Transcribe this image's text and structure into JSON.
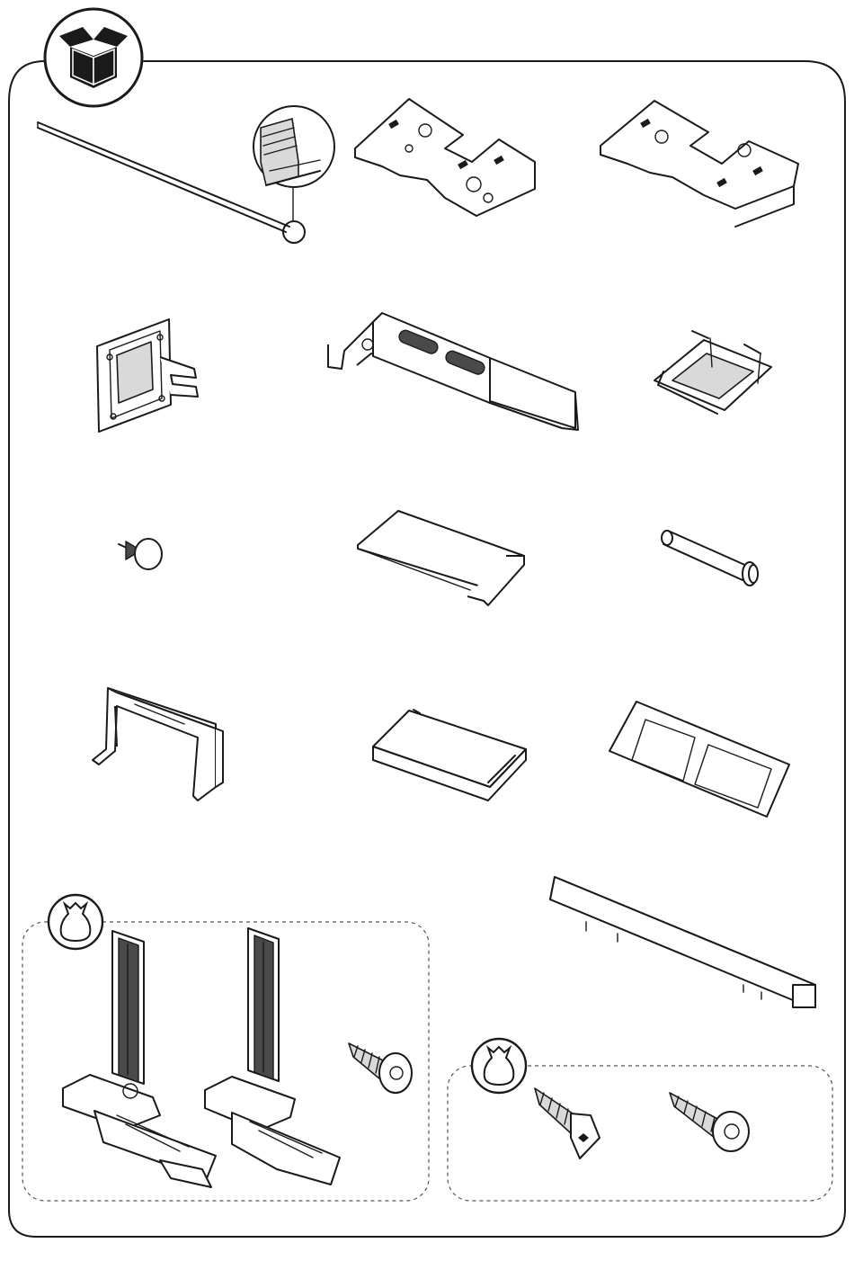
{
  "diagram": {
    "panel_icon": "package-box-icon",
    "bag_icon": "parts-bag-icon",
    "parts": [
      {
        "id": "trim-strip",
        "icon": "trim-strip-icon"
      },
      {
        "id": "hinge-plate-a",
        "icon": "hinge-plate-icon"
      },
      {
        "id": "hinge-plate-b",
        "icon": "hinge-plate-icon"
      },
      {
        "id": "square-bracket",
        "icon": "square-bracket-icon"
      },
      {
        "id": "slotted-rail",
        "icon": "slotted-rail-icon"
      },
      {
        "id": "clip-frame",
        "icon": "clip-frame-icon"
      },
      {
        "id": "pin-nail",
        "icon": "pin-nail-icon"
      },
      {
        "id": "flat-plate",
        "icon": "flat-plate-icon"
      },
      {
        "id": "dowel-pin",
        "icon": "dowel-pin-icon"
      },
      {
        "id": "u-frame-bracket",
        "icon": "u-frame-bracket-icon"
      },
      {
        "id": "pad-block",
        "icon": "pad-block-icon"
      },
      {
        "id": "adhesive-pads",
        "icon": "adhesive-pads-icon"
      },
      {
        "id": "long-cover-bar",
        "icon": "cover-bar-icon"
      },
      {
        "id": "height-adjuster-left",
        "icon": "height-adjuster-icon"
      },
      {
        "id": "height-adjuster-right",
        "icon": "height-adjuster-icon"
      },
      {
        "id": "screw-pan-head-a",
        "icon": "screw-icon"
      },
      {
        "id": "screw-countersunk",
        "icon": "screw-icon"
      },
      {
        "id": "screw-pan-head-b",
        "icon": "screw-icon"
      }
    ]
  }
}
